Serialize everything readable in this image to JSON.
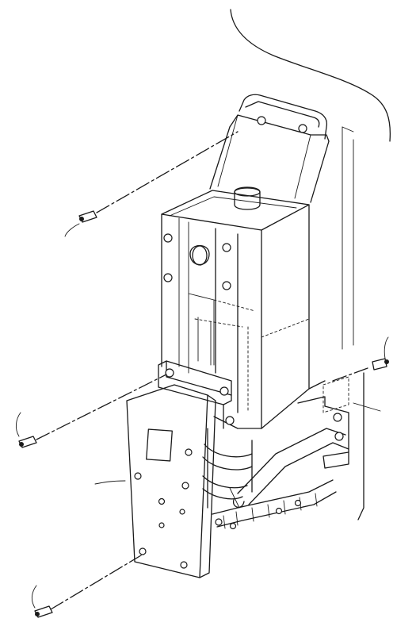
{
  "figure": {
    "kind": "exploded line drawing",
    "colors": {
      "line": "#1a1a1a",
      "background": "#ffffff"
    },
    "screws": [
      {
        "name": "upper-left"
      },
      {
        "name": "right"
      },
      {
        "name": "middle-left"
      },
      {
        "name": "lower-left"
      }
    ]
  }
}
